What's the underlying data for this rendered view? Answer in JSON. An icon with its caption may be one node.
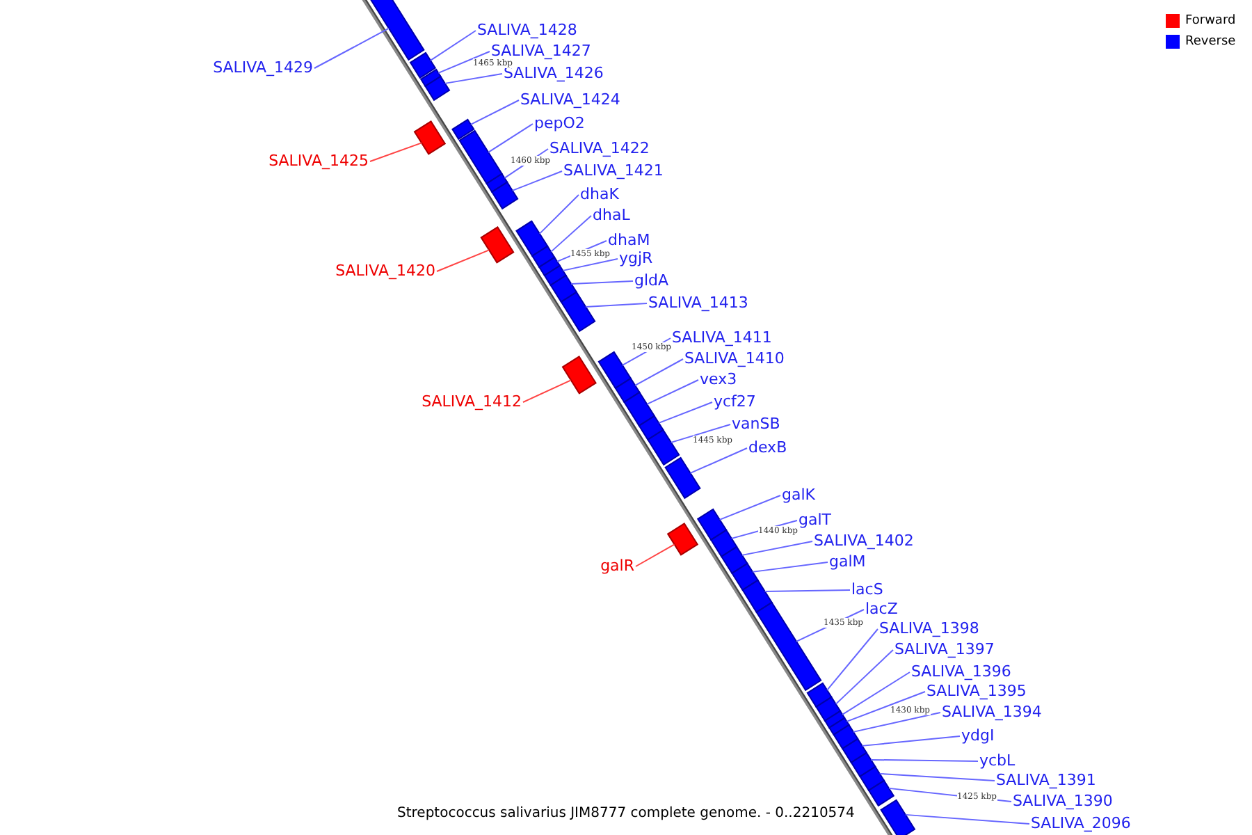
{
  "diagram": {
    "caption": "Streptococcus salivarius JIM8777 complete genome. - 0..2210574",
    "nodes": [
      {
        "text": [
          "SALIVA_1428"
        ]
      },
      {
        "text": [],
        "shape": "box"
      },
      {
        "text": [
          "SALIVA_1427"
        ]
      },
      {
        "text": [],
        "shape": "box"
      },
      {
        "text": [
          "SALIVA_1429"
        ]
      },
      {
        "text": [],
        "shape": "box"
      },
      {
        "text": [
          "SALIVA_1426"
        ]
      },
      {
        "text": [],
        "shape": "box"
      },
      {
        "text": [
          "SALIVA_1424"
        ]
      },
      {
        "text": [],
        "shape": "box"
      },
      {
        "text": [
          "pepO2"
        ]
      },
      {
        "text": [],
        "shape": "box"
      },
      {
        "text": [
          "SALIVA_1422"
        ]
      },
      {
        "text": [],
        "shape": "box"
      },
      {
        "text": [
          "SALIVA_1425"
        ]
      },
      {
        "text": [],
        "shape": "box"
      },
      {
        "text": [
          "SALIVA_1421"
        ]
      },
      {
        "text": [],
        "shape": "box"
      },
      {
        "text": [
          "dhaK"
        ]
      },
      {
        "text": [],
        "shape": "box"
      },
      {
        "text": [
          "dhaL"
        ]
      },
      {
        "text": [],
        "shape": "box"
      },
      {
        "text": [
          "dhaM"
        ]
      },
      {
        "text": [],
        "shape": "box"
      },
      {
        "text": [
          "ygjR"
        ]
      },
      {
        "text": [],
        "shape": "box"
      },
      {
        "text": [
          "SALIVA_1420"
        ]
      },
      {
        "text": [],
        "shape": "box"
      },
      {
        "text": [
          "gldA"
        ]
      },
      {
        "text": [],
        "shape": "box"
      },
      {
        "text": [
          "SALIVA_1413"
        ]
      },
      {
        "text": [],
        "shape": "box"
      },
      {
        "text": [
          "SALIVA_1411"
        ]
      },
      {
        "text": [],
        "shape": "box"
      },
      {
        "text": [
          "SALIVA_1410"
        ]
      },
      {
        "text": [],
        "shape": "box"
      },
      {
        "text": [
          "vex3"
        ]
      },
      {
        "text": [],
        "shape": "box"
      },
      {
        "text": [
          "SALIVA_1412"
        ]
      },
      {
        "text": [],
        "shape": "box"
      },
      {
        "text": [
          "ycf27"
        ]
      },
      {
        "text": [],
        "shape": "box"
      },
      {
        "text": [
          "vanSB"
        ]
      },
      {
        "text": [],
        "shape": "box"
      },
      {
        "text": [
          "dexB"
        ]
      },
      {
        "text": [],
        "shape": "box"
      },
      {
        "text": [
          "galK"
        ]
      },
      {
        "text": [],
        "shape": "box"
      },
      {
        "text": [
          "galT"
        ]
      },
      {
        "text": [],
        "shape": "box"
      },
      {
        "text": [
          "SALIVA_1402"
        ]
      },
      {
        "text": [],
        "shape": "box"
      },
      {
        "text": [
          "galM"
        ]
      },
      {
        "text": [],
        "shape": "box"
      },
      {
        "text": [
          "galR"
        ]
      },
      {
        "text": [],
        "shape": "box"
      },
      {
        "text": [
          "lacS"
        ]
      },
      {
        "text": [],
        "shape": "box"
      },
      {
        "text": [
          "lacZ"
        ]
      },
      {
        "text": [],
        "shape": "box"
      },
      {
        "text": [
          "SALIVA_1398"
        ]
      },
      {
        "text": [],
        "shape": "box"
      },
      {
        "text": [
          "SALIVA_1397"
        ]
      },
      {
        "text": [],
        "shape": "box"
      },
      {
        "text": [
          "SALIVA_1396"
        ]
      },
      {
        "text": [],
        "shape": "box"
      },
      {
        "text": [
          "SALIVA_1395"
        ]
      },
      {
        "text": [],
        "shape": "box"
      },
      {
        "text": [
          "SALIVA_1394"
        ]
      },
      {
        "text": [],
        "shape": "box"
      },
      {
        "text": [
          "ydgI"
        ]
      },
      {
        "text": [],
        "shape": "box"
      },
      {
        "text": [
          "ycbL"
        ]
      },
      {
        "text": [],
        "shape": "box"
      },
      {
        "text": [
          "SALIVA_1391"
        ]
      },
      {
        "text": [],
        "shape": "box"
      },
      {
        "text": [
          "SALIVA_1390"
        ]
      },
      {
        "text": [],
        "shape": "box"
      },
      {
        "text": [
          "SALIVA_2096"
        ]
      },
      {
        "text": [],
        "shape": "box"
      }
    ],
    "edges": [
      {
        "from": 0,
        "to": 1,
        "arrow": "none"
      },
      {
        "from": 2,
        "to": 3,
        "arrow": "none"
      },
      {
        "from": 4,
        "to": 5,
        "arrow": "none"
      },
      {
        "from": 6,
        "to": 7,
        "arrow": "none"
      },
      {
        "from": 8,
        "to": 9,
        "arrow": "none"
      },
      {
        "from": 10,
        "to": 11,
        "arrow": "none"
      },
      {
        "from": 12,
        "to": 13,
        "arrow": "none"
      },
      {
        "from": 14,
        "to": 15,
        "arrow": "none",
        "color": "#ff4444"
      },
      {
        "from": 16,
        "to": 17,
        "arrow": "none"
      },
      {
        "from": 18,
        "to": 19,
        "arrow": "none"
      },
      {
        "from": 20,
        "to": 21,
        "arrow": "none"
      },
      {
        "from": 22,
        "to": 23,
        "arrow": "none"
      },
      {
        "from": 24,
        "to": 25,
        "arrow": "none"
      },
      {
        "from": 26,
        "to": 27,
        "arrow": "none",
        "color": "#ff4444"
      },
      {
        "from": 28,
        "to": 29,
        "arrow": "none"
      },
      {
        "from": 30,
        "to": 31,
        "arrow": "none"
      },
      {
        "from": 32,
        "to": 33,
        "arrow": "none"
      },
      {
        "from": 34,
        "to": 35,
        "arrow": "none"
      },
      {
        "from": 36,
        "to": 37,
        "arrow": "none"
      },
      {
        "from": 38,
        "to": 39,
        "arrow": "none",
        "color": "#ff4444"
      },
      {
        "from": 40,
        "to": 41,
        "arrow": "none"
      },
      {
        "from": 42,
        "to": 43,
        "arrow": "none"
      },
      {
        "from": 44,
        "to": 45,
        "arrow": "none"
      },
      {
        "from": 46,
        "to": 47,
        "arrow": "none"
      },
      {
        "from": 48,
        "to": 49,
        "arrow": "none"
      },
      {
        "from": 50,
        "to": 51,
        "arrow": "none"
      },
      {
        "from": 52,
        "to": 53,
        "arrow": "none"
      },
      {
        "from": 54,
        "to": 55,
        "arrow": "none",
        "color": "#ff4444"
      },
      {
        "from": 56,
        "to": 57,
        "arrow": "none"
      },
      {
        "from": 58,
        "to": 59,
        "arrow": "none"
      },
      {
        "from": 60,
        "to": 61,
        "arrow": "none"
      },
      {
        "from": 62,
        "to": 63,
        "arrow": "none"
      },
      {
        "from": 64,
        "to": 65,
        "arrow": "none"
      },
      {
        "from": 66,
        "to": 67,
        "arrow": "none"
      },
      {
        "from": 68,
        "to": 69,
        "arrow": "none"
      },
      {
        "from": 70,
        "to": 71,
        "arrow": "none"
      },
      {
        "from": 72,
        "to": 73,
        "arrow": "none"
      },
      {
        "from": 74,
        "to": 75,
        "arrow": "none"
      },
      {
        "from": 76,
        "to": 77,
        "arrow": "none"
      },
      {
        "from": 78,
        "to": 79,
        "arrow": "none"
      }
    ],
    "labels": [
      "1465 kbp",
      "1460 kbp",
      "1455 kbp",
      "1450 kbp",
      "1445 kbp",
      "1440 kbp",
      "1435 kbp",
      "1430 kbp",
      "1425 kbp"
    ],
    "legend": [
      {
        "text": "Forward",
        "color": "#ff0000"
      },
      {
        "text": "Reverse",
        "color": "#0000ff"
      }
    ]
  }
}
